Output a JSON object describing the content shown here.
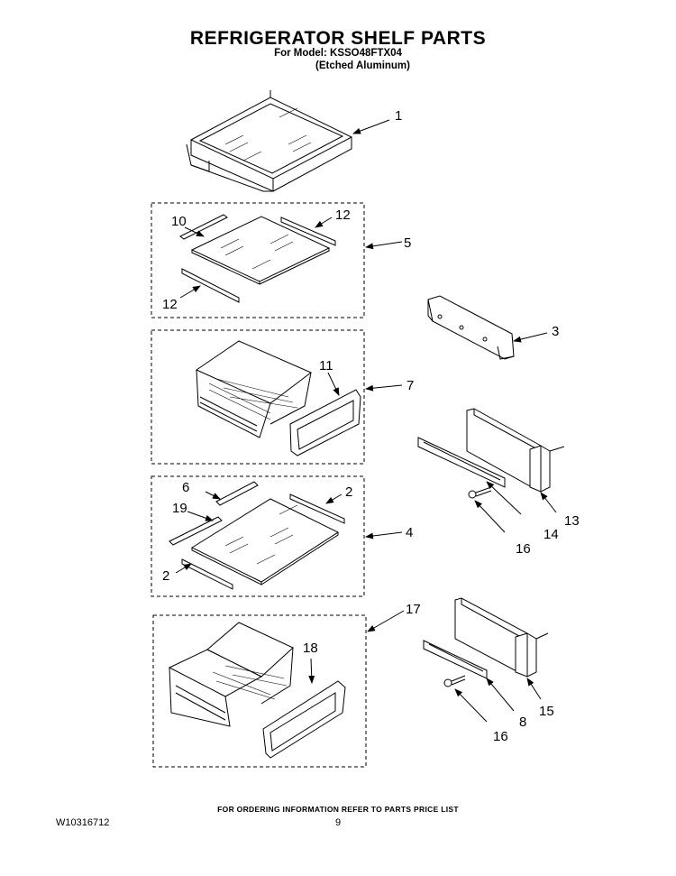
{
  "header": {
    "title": "REFRIGERATOR SHELF PARTS",
    "model_line": "For Model: KSSO48FTX04",
    "finish_line": "(Etched Aluminum)"
  },
  "callouts": {
    "c1": "1",
    "c3": "3",
    "c5": "5",
    "c7": "7",
    "c4": "4",
    "c17": "17",
    "c10": "10",
    "c12a": "12",
    "c12b": "12",
    "c11": "11",
    "c6": "6",
    "c19": "19",
    "c2a": "2",
    "c2b": "2",
    "c18": "18",
    "c13": "13",
    "c14": "14",
    "c16a": "16",
    "c15": "15",
    "c8": "8",
    "c16b": "16"
  },
  "footer": {
    "ordering_info": "FOR ORDERING INFORMATION REFER TO PARTS PRICE LIST",
    "document_number": "W10316712",
    "page_number": "9"
  }
}
